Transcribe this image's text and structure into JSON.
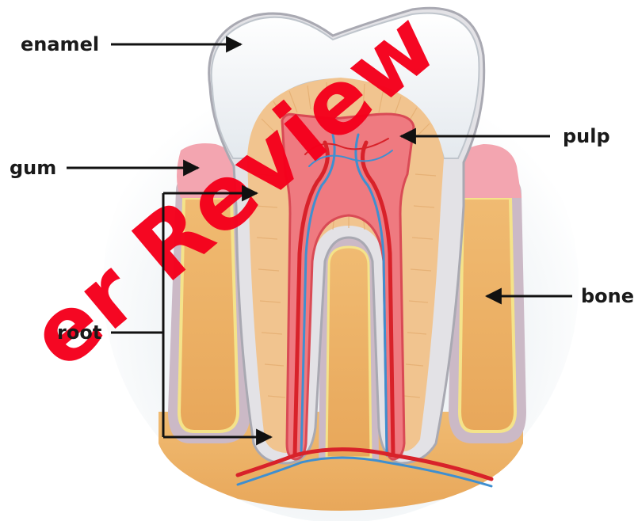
{
  "diagram": {
    "labels": {
      "enamel": "enamel",
      "gum": "gum",
      "root": "root",
      "pulp": "pulp",
      "bone": "bone"
    },
    "watermark": "er Review",
    "colors": {
      "enamel": "#f4f6f8",
      "dentin": "#f1c48f",
      "pulp": "#ef7a80",
      "gum": "#f3a5b0",
      "bone": "#ecb064",
      "bone_edge": "#f4e38a",
      "vessel_red": "#d8222a",
      "vessel_blue": "#3f8fd0",
      "watermark": "#f5001c"
    }
  }
}
